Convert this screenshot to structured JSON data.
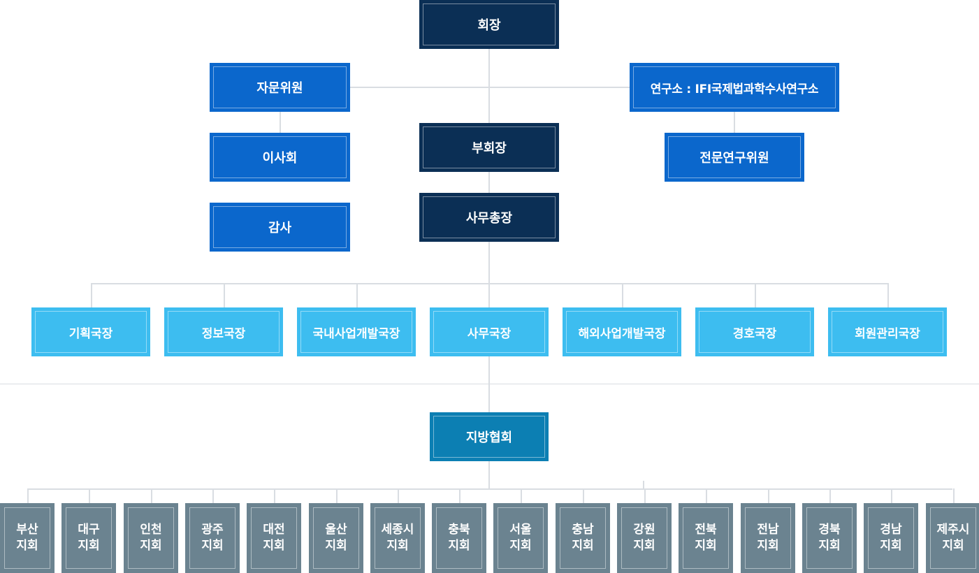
{
  "top": {
    "chairman": "회장",
    "advisory": "자문위원",
    "institute": "연구소 : IFI국제법과학수사연구소",
    "board": "이사회",
    "vice_chairman": "부회장",
    "research_committee": "전문연구위원",
    "auditor": "감사",
    "secretary_general": "사무총장"
  },
  "departments": [
    "기획국장",
    "정보국장",
    "국내사업개발국장",
    "사무국장",
    "해외사업개발국장",
    "경호국장",
    "회원관리국장"
  ],
  "regional": {
    "label": "지방협회"
  },
  "branches": [
    {
      "city": "부산",
      "suffix": "지회"
    },
    {
      "city": "대구",
      "suffix": "지회"
    },
    {
      "city": "인천",
      "suffix": "지회"
    },
    {
      "city": "광주",
      "suffix": "지회"
    },
    {
      "city": "대전",
      "suffix": "지회"
    },
    {
      "city": "울산",
      "suffix": "지회"
    },
    {
      "city": "세종시",
      "suffix": "지회"
    },
    {
      "city": "충북",
      "suffix": "지회"
    },
    {
      "city": "서울",
      "suffix": "지회"
    },
    {
      "city": "충남",
      "suffix": "지회"
    },
    {
      "city": "강원",
      "suffix": "지회"
    },
    {
      "city": "전북",
      "suffix": "지회"
    },
    {
      "city": "전남",
      "suffix": "지회"
    },
    {
      "city": "경북",
      "suffix": "지회"
    },
    {
      "city": "경남",
      "suffix": "지회"
    },
    {
      "city": "제주시",
      "suffix": "지회"
    }
  ],
  "colors": {
    "navy": "#0b2f55",
    "blue": "#0b67cc",
    "sky": "#3dbdf0",
    "teal": "#0c7fb3",
    "gray": "#6b8390",
    "connector": "#d9dde2"
  }
}
